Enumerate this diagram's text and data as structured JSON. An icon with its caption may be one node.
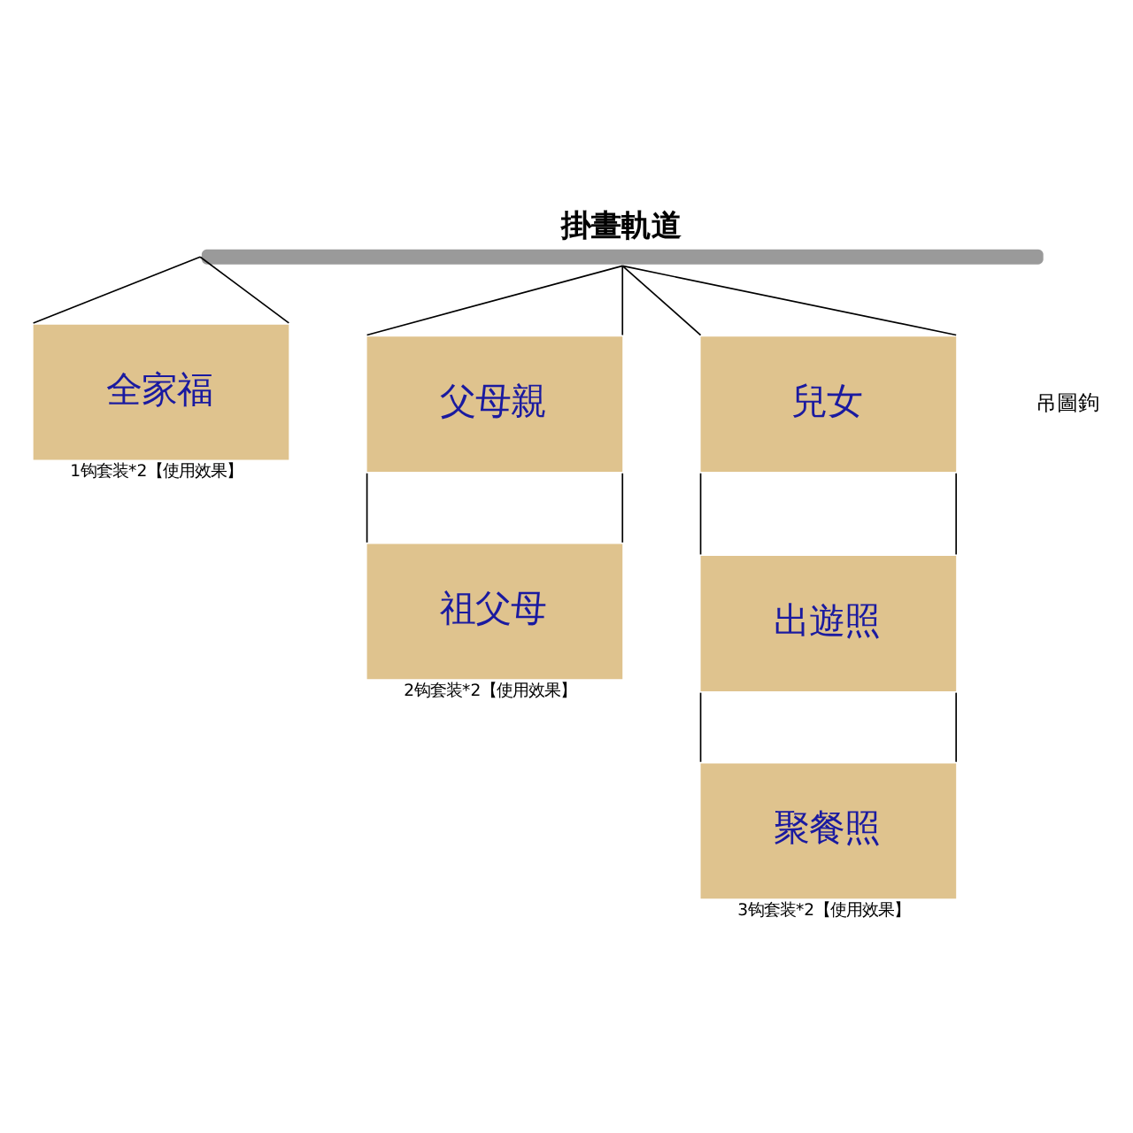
{
  "diagram": {
    "nodes": [
      {
        "text": [
          "掛畫軌道"
        ]
      },
      {
        "text": [
          "全家福"
        ],
        "beside": [
          "1钩套装*2【使用效果】"
        ]
      },
      {
        "text": [
          "父母親"
        ]
      },
      {
        "text": [
          "祖父母"
        ],
        "beside": [
          "2钩套装*2【使用效果】"
        ]
      },
      {
        "text": [
          "兒女"
        ]
      },
      {
        "text": [
          "出遊照"
        ]
      },
      {
        "text": [
          "聚餐照"
        ],
        "beside": [
          "3钩套装*2【使用效果】"
        ]
      }
    ],
    "edges": [
      {
        "from": 0,
        "to": 1,
        "arrow": "none"
      },
      {
        "from": 0,
        "to": 1,
        "arrow": "none"
      },
      {
        "from": 0,
        "to": 2,
        "arrow": "none"
      },
      {
        "from": 0,
        "to": 2,
        "arrow": "none"
      },
      {
        "from": 2,
        "to": 3,
        "arrow": "none"
      },
      {
        "from": 2,
        "to": 3,
        "arrow": "none"
      },
      {
        "from": 0,
        "to": 4,
        "arrow": "none"
      },
      {
        "from": 0,
        "to": 4,
        "arrow": "none"
      },
      {
        "from": 4,
        "to": 5,
        "arrow": "none"
      },
      {
        "from": 4,
        "to": 5,
        "arrow": "none"
      },
      {
        "from": 5,
        "to": 6,
        "arrow": "none"
      },
      {
        "from": 5,
        "to": 6,
        "arrow": "none"
      }
    ],
    "labels": [
      "吊圖鉤"
    ]
  }
}
